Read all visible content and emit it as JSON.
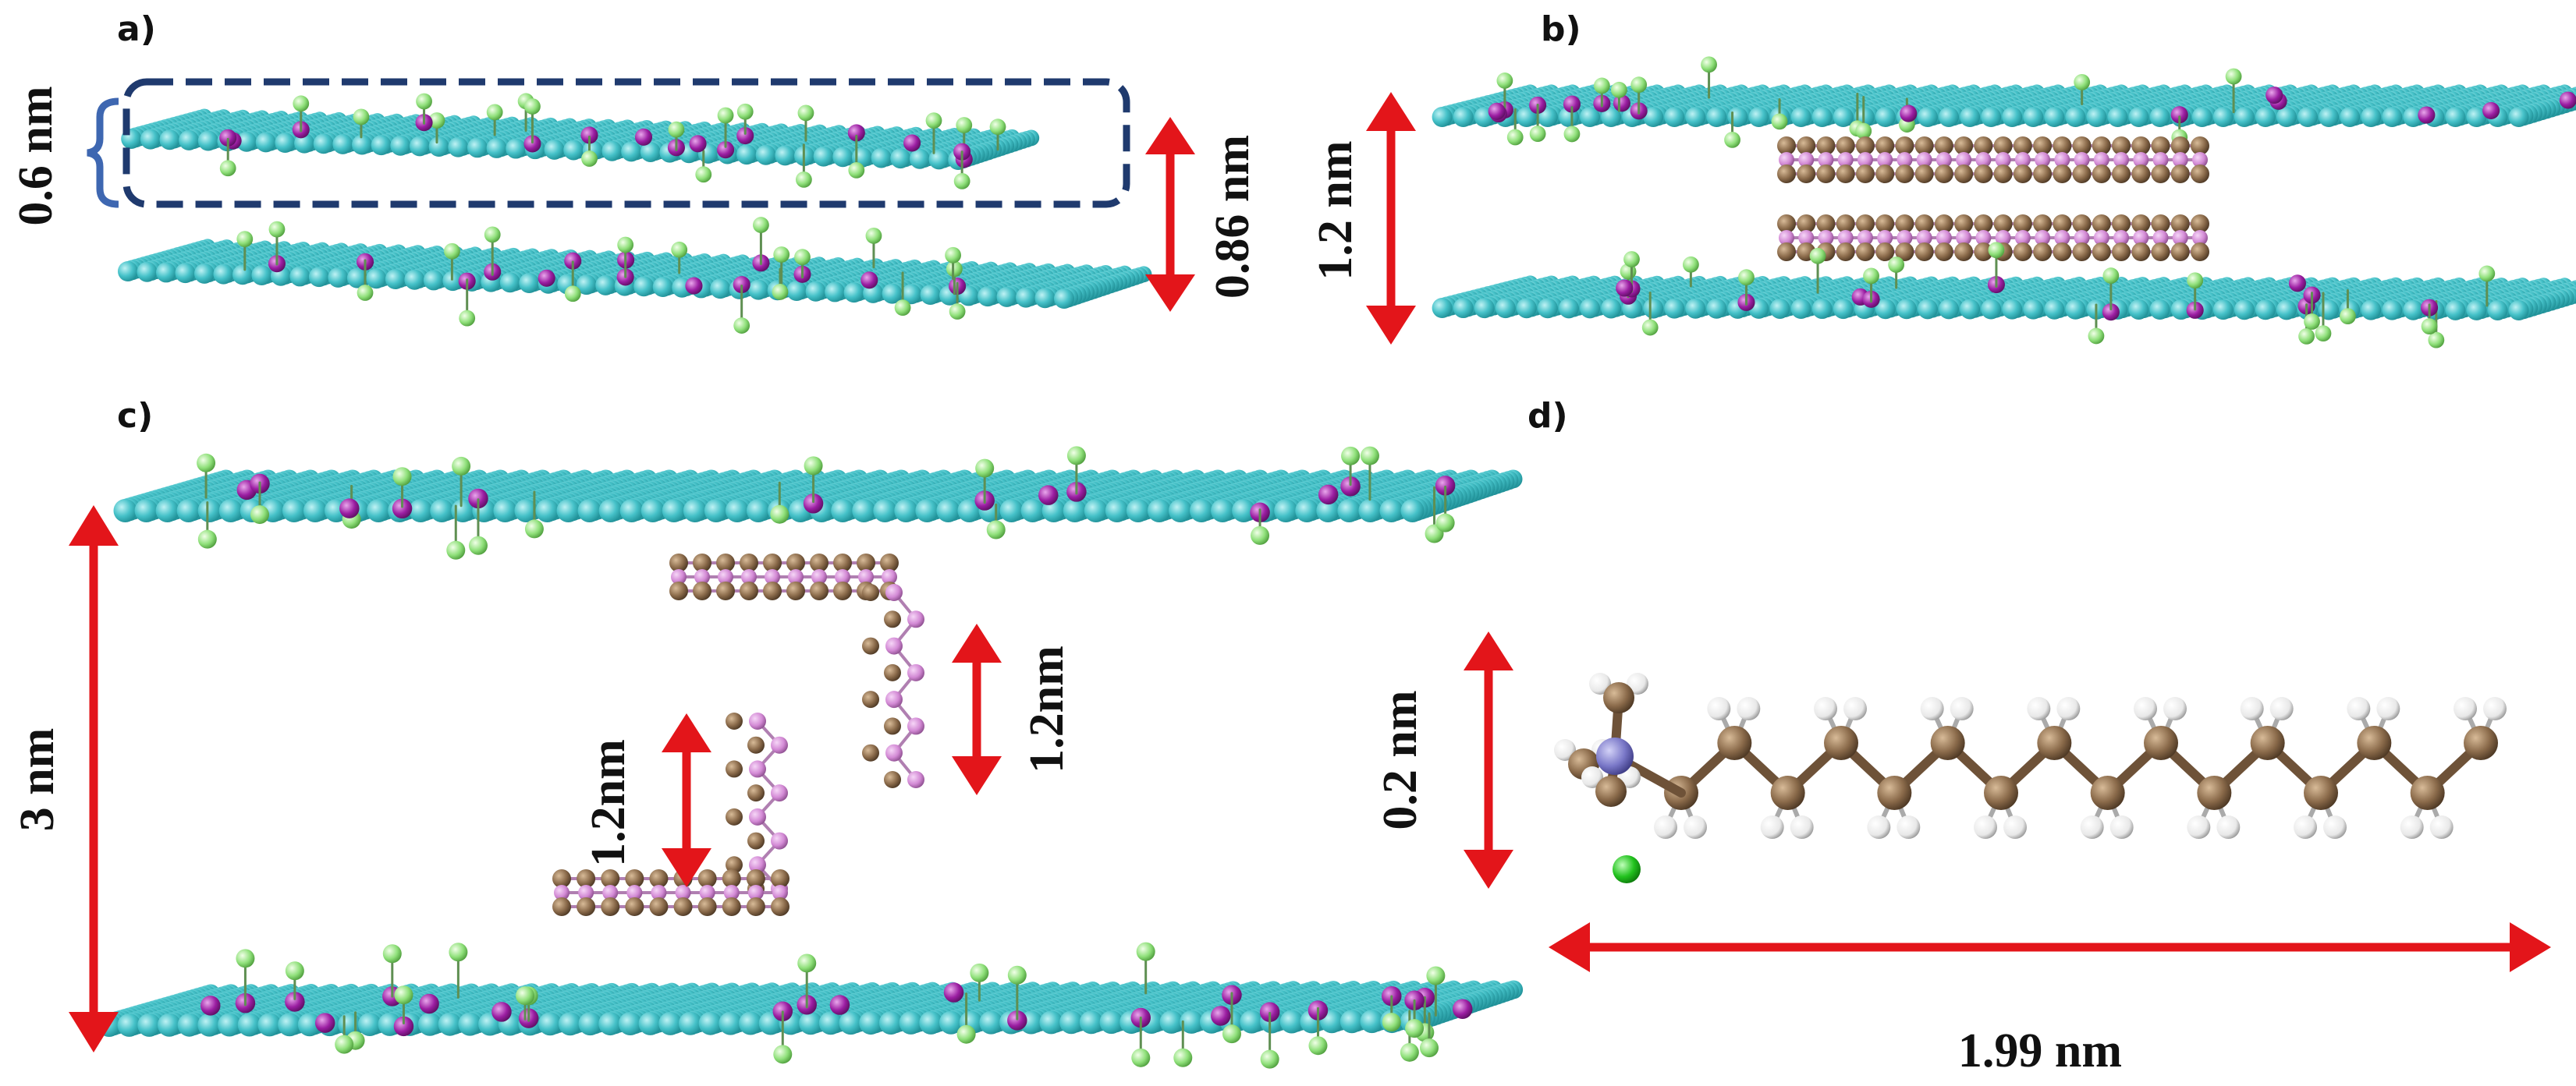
{
  "figure": {
    "panels": [
      {
        "letter": "a)",
        "labels": {
          "slab_thickness": "0.6 nm",
          "interlayer_spacing": "0.86 nm"
        }
      },
      {
        "letter": "b)",
        "labels": {
          "interlayer_spacing": "1.2 nm"
        }
      },
      {
        "letter": "c)",
        "labels": {
          "total_spacing": "3 nm",
          "chain_right": "1.2nm",
          "chain_left": "1.2nm"
        }
      },
      {
        "letter": "d)",
        "labels": {
          "molecule_height": "0.2 nm",
          "molecule_length": "1.99 nm"
        }
      }
    ]
  },
  "colors": {
    "arrow": "#e3151a",
    "box": "#1f3a6e",
    "brace": "#3e67b1",
    "metal": "#46c2c9",
    "metal_dark": "#1f8f96",
    "substituent": "#9b1ea2",
    "halide": "#8fe07a",
    "carbon": "#8a6a4a",
    "hydrogen": "#eeeeee",
    "nitrogen": "#7a78c8",
    "chloride": "#22c21e",
    "chain_pink": "#d38ad5"
  },
  "icons": {
    "arrow": "double-headed-arrow",
    "brace": "curly-brace",
    "highlight": "dashed-rounded-box"
  }
}
